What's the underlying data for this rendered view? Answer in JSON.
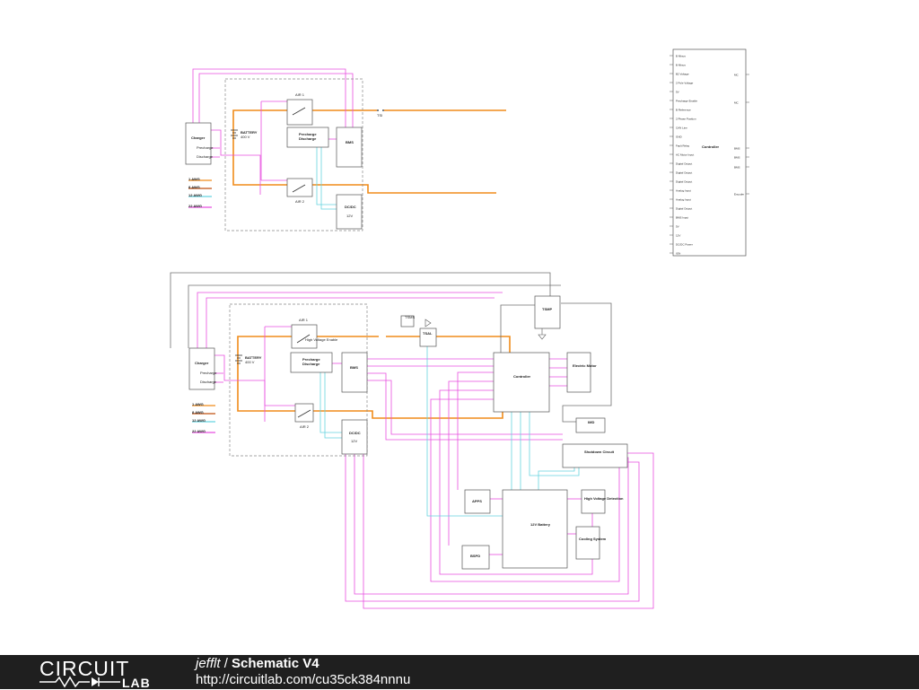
{
  "footer": {
    "brand_top": "CIRCUIT",
    "brand_bottom": "LAB",
    "author": "jefflt",
    "separator": "/",
    "title": "Schematic V4",
    "url": "http://circuitlab.com/cu35ck384nnnu"
  },
  "colors": {
    "orange": "#f08c1a",
    "magenta": "#e84fe0",
    "cyan": "#66d4e0",
    "wire": "#707070"
  },
  "legend": [
    "1 AWG",
    "8 AWG",
    "12 AWG",
    "22 AWG"
  ],
  "top": {
    "charger": "Charger",
    "charger_pins": [
      "Precharge",
      "Discharge"
    ],
    "battery": "BATTERY",
    "battery_v": "400 V",
    "air1": "AIR 1",
    "air2": "AIR 2",
    "precharge": "Precharge",
    "discharge": "Discharge",
    "bms": "BMS",
    "dcdc": "DC/DC",
    "v12": "12V",
    "tsi": "TSI",
    "controller": "Controller",
    "controller_pins_left": [
      "B Minus",
      "B Minus",
      "B2 Voltage",
      "2 Pole Voltage",
      "5V",
      "Precharge Enable",
      "B Reference",
      "2 Phase Position",
      "CAN Line",
      "GND",
      "Fault Relay",
      "AC Motor Input",
      "Digital Output",
      "Digital Output",
      "Digital Output",
      "Analog Input",
      "Analog Input",
      "Digital Output",
      "BMS Input",
      "5V",
      "12V",
      "DC/DC Power",
      "IGN"
    ],
    "controller_pins_right": [
      "MC",
      "MC",
      "BMS",
      "BMS",
      "BMS",
      "Encoder"
    ]
  },
  "bottom": {
    "charger": "Charger",
    "charger_pins": [
      "Precharge",
      "Discharge"
    ],
    "battery": "BATTERY",
    "battery_v": "400 V",
    "air1": "AIR 1",
    "air2": "AIR 2",
    "hv_note": "High Voltage Enable",
    "precharge": "Precharge",
    "discharge": "Discharge",
    "bms": "BMS",
    "dcdc": "DC/DC",
    "v12": "12V",
    "tsms": "TSMS",
    "tsal": "TSAL",
    "tsmp": "TSMP",
    "controller": "Controller",
    "motor": "Electric Motor",
    "imd": "IMD",
    "shutdown": "Shutdown Circuit",
    "apps": "APPS",
    "bspd": "BSPD",
    "lv_battery": "12V Battery",
    "hv_detection": "High Voltage Detection",
    "cooling": "Cooling System"
  }
}
